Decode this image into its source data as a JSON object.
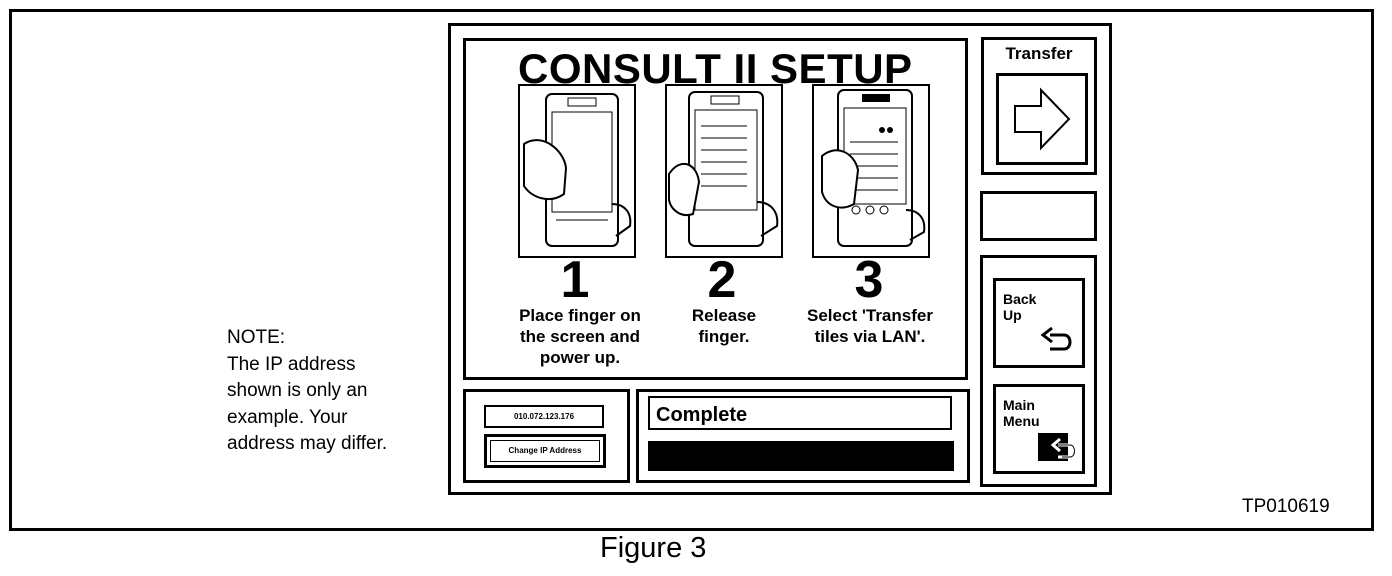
{
  "title": "CONSULT II SETUP",
  "steps": [
    {
      "number": "1",
      "text": "Place finger on\nthe screen and\npower up."
    },
    {
      "number": "2",
      "text": "Release\nfinger."
    },
    {
      "number": "3",
      "text": "Select 'Transfer\ntiles via LAN'."
    }
  ],
  "transfer": {
    "label": "Transfer",
    "icon": "arrow-right-icon"
  },
  "back_up": {
    "label": "Back\n  Up",
    "icon": "back-arrow-icon"
  },
  "main_menu": {
    "label": "Main\nMenu",
    "icon": "menu-return-icon"
  },
  "ip": {
    "address": "010.072.123.176",
    "change_label": "Change IP Address"
  },
  "status": {
    "text": "Complete",
    "progress": 1.0
  },
  "note": "NOTE:\nThe IP address\nshown is only an\nexample.  Your\naddress may differ.",
  "figure_id": "TP010619",
  "caption": "Figure 3"
}
